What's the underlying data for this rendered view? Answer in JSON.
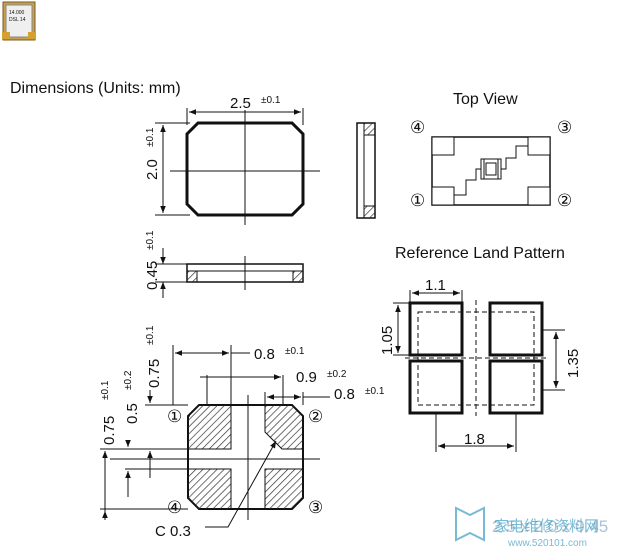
{
  "header": {
    "icon_text_1": "14.000",
    "icon_text_2": "DSL 14"
  },
  "sections": {
    "dimensions_title": "Dimensions (Units: mm)",
    "top_view_title": "Top View",
    "land_pattern_title": "Reference Land Pattern"
  },
  "dims": {
    "width": "2.5",
    "height": "2.0",
    "thickness": "0.45",
    "tol01": "±0.1",
    "tol02": "±0.2",
    "pad_w": "0.8",
    "pad_gap": "0.9",
    "pad_w2": "0.8",
    "pad_h_top": "0.75",
    "pad_h_mid": "0.5",
    "pad_h_bot": "0.75",
    "chamfer": "C 0.3"
  },
  "land": {
    "w": "1.1",
    "h": "1.05",
    "pitch_y": "1.35",
    "pitch_x": "1.8"
  },
  "pins": {
    "p1": "①",
    "p2": "②",
    "p3": "③",
    "p4": "④"
  },
  "watermark": {
    "text_cn": "家电维修资料网",
    "url": "www.520101.com",
    "size": "2.5 x 2.0 x 0.45"
  }
}
